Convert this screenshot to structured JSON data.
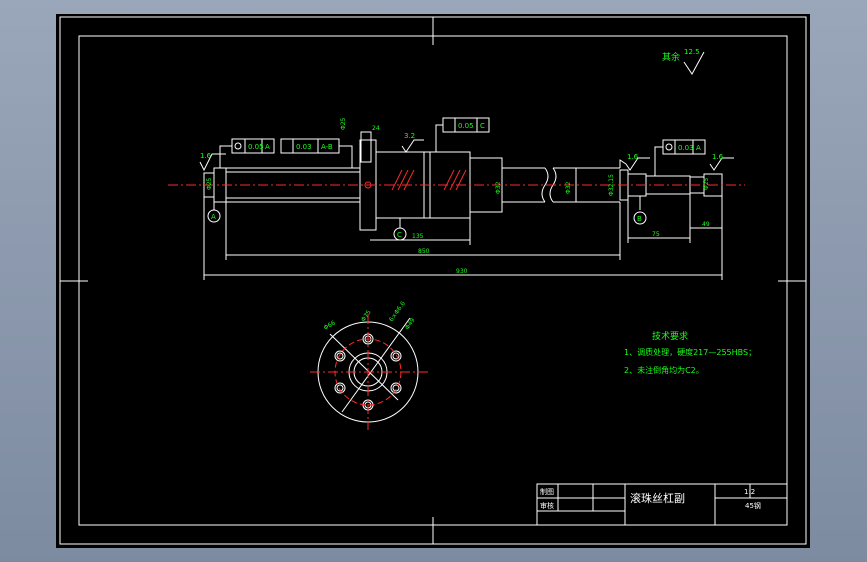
{
  "colors": {
    "sheet_background": "#000000",
    "line": "#ffffff",
    "annotation": "#19ff19",
    "center_line": "#ff2a2a",
    "hatch": "#ff2a2a"
  },
  "surface_finish": {
    "label": "其余",
    "value": "12.5"
  },
  "tolerances": {
    "fcf_left_a": "0.05",
    "fcf_left_a_datum": "A",
    "fcf_left_b": "0.03",
    "fcf_left_b_datum": "A-B",
    "fcf_mid": "0.05",
    "fcf_mid_datum": "C",
    "fcf_right": "0.03",
    "fcf_right_datum": "A"
  },
  "roughness": {
    "left": "1.6",
    "mid": "3.2",
    "right_a": "1.6",
    "right_b": "1.6"
  },
  "datums": {
    "a": "A",
    "b": "B",
    "c": "C"
  },
  "dimensions": {
    "d1": "24",
    "d2": "135",
    "d3": "850",
    "d4": "930",
    "d5": "75",
    "d6": "49",
    "dia1": "Φ25",
    "dia2": "Φ32",
    "dia3": "Φ32",
    "dia4": "Φ25",
    "dia5": "Φ32.15",
    "dia6": "Φ25",
    "flange1": "Φ66",
    "flange2": "6×Φ6.6",
    "flange3": "Φ49",
    "flange4": "Φ75"
  },
  "tech_req": {
    "title": "技术要求",
    "line1": "1、调质处理，硬度217—255HBS；",
    "line2": "2、未注倒角均为C2。"
  },
  "title_block": {
    "cell_drawn": "制图",
    "cell_checked": "审核",
    "drawing_name": "滚珠丝杠副",
    "scale": "1:2",
    "material": "45钢"
  }
}
